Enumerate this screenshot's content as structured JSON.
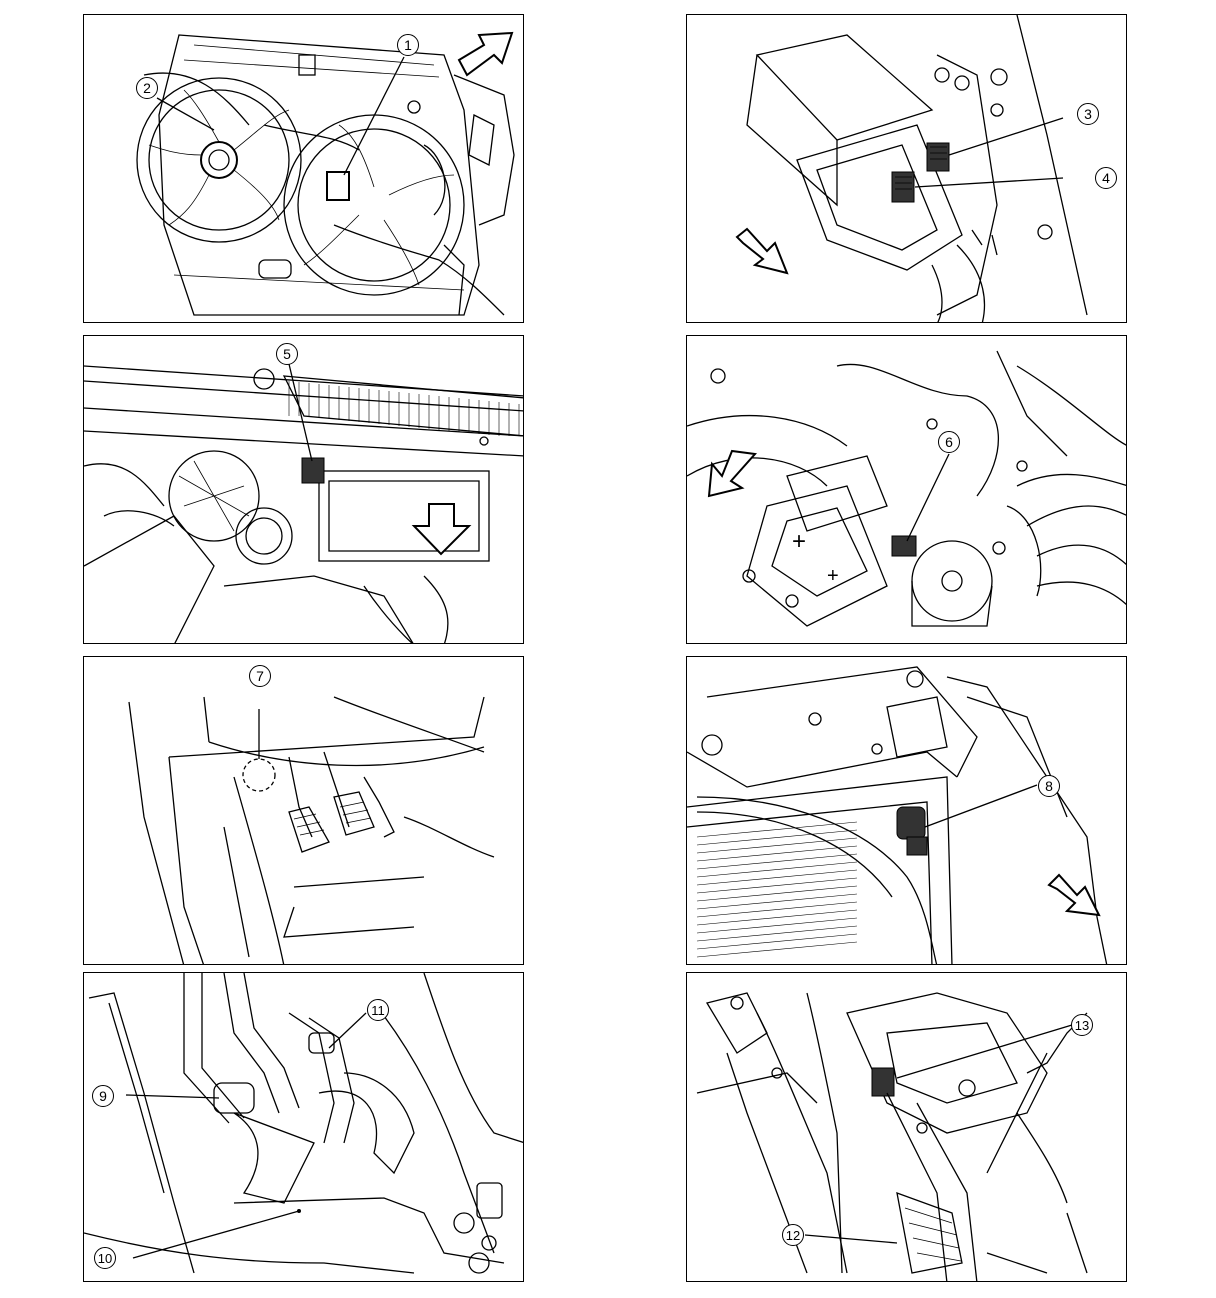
{
  "panels": [
    {
      "id": "p1",
      "callouts": [
        "1",
        "2"
      ]
    },
    {
      "id": "p2",
      "callouts": [
        "3",
        "4"
      ]
    },
    {
      "id": "p3",
      "callouts": [
        "5"
      ]
    },
    {
      "id": "p4",
      "callouts": [
        "6"
      ]
    },
    {
      "id": "p5",
      "callouts": [
        "7"
      ]
    },
    {
      "id": "p6",
      "callouts": [
        "8"
      ]
    },
    {
      "id": "p7",
      "callouts": [
        "9",
        "10",
        "11"
      ]
    },
    {
      "id": "p8",
      "callouts": [
        "12",
        "13"
      ]
    }
  ],
  "labels": {
    "c1": "1",
    "c2": "2",
    "c3": "3",
    "c4": "4",
    "c5": "5",
    "c6": "6",
    "c7": "7",
    "c8": "8",
    "c9": "9",
    "c10": "10",
    "c11": "11",
    "c12": "12",
    "c13": "13"
  },
  "icons": {
    "direction": "front-direction-arrow-icon",
    "battery_plus": "+"
  }
}
